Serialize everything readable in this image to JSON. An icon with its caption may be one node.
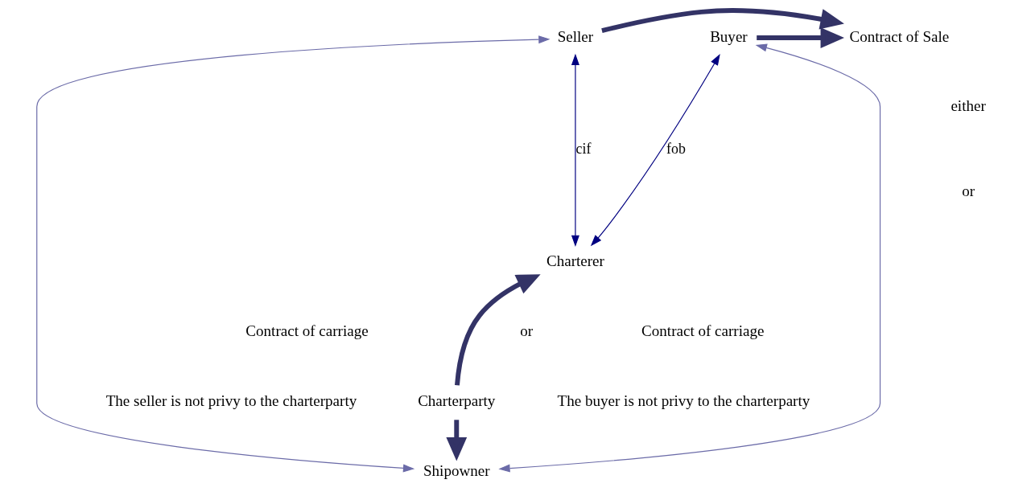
{
  "diagram": {
    "nodes": [
      {
        "text": [
          "Seller"
        ]
      },
      {
        "text": [
          "Contract of Sale"
        ]
      },
      {
        "text": [
          "Buyer"
        ]
      },
      {
        "text": [
          "Charterer"
        ]
      },
      {
        "text": [
          "Charterparty"
        ]
      },
      {
        "text": [
          "Shipowner"
        ]
      }
    ],
    "edges": [
      {
        "from": 0,
        "to": 1,
        "arrow": "to",
        "style": "thick"
      },
      {
        "from": 2,
        "to": 1,
        "arrow": "to",
        "style": "thick"
      },
      {
        "from": 0,
        "to": 3,
        "arrow": "both",
        "label": "cif",
        "color": "#000080"
      },
      {
        "from": 2,
        "to": 3,
        "arrow": "both",
        "label": "fob",
        "color": "#000080"
      },
      {
        "from": 4,
        "to": 3,
        "arrow": "to",
        "style": "thick"
      },
      {
        "from": 4,
        "to": 5,
        "arrow": "to",
        "style": "thick"
      },
      {
        "from": 0,
        "to": 5,
        "arrow": "both",
        "color": "#6b6ba8"
      },
      {
        "from": 2,
        "to": 5,
        "arrow": "both",
        "color": "#6b6ba8"
      }
    ],
    "labels": [
      "either",
      "or",
      "Contract of carriage",
      "or",
      "Contract of carriage",
      "The seller is not privy to the charterparty",
      "The buyer is not privy to the charterparty"
    ]
  }
}
